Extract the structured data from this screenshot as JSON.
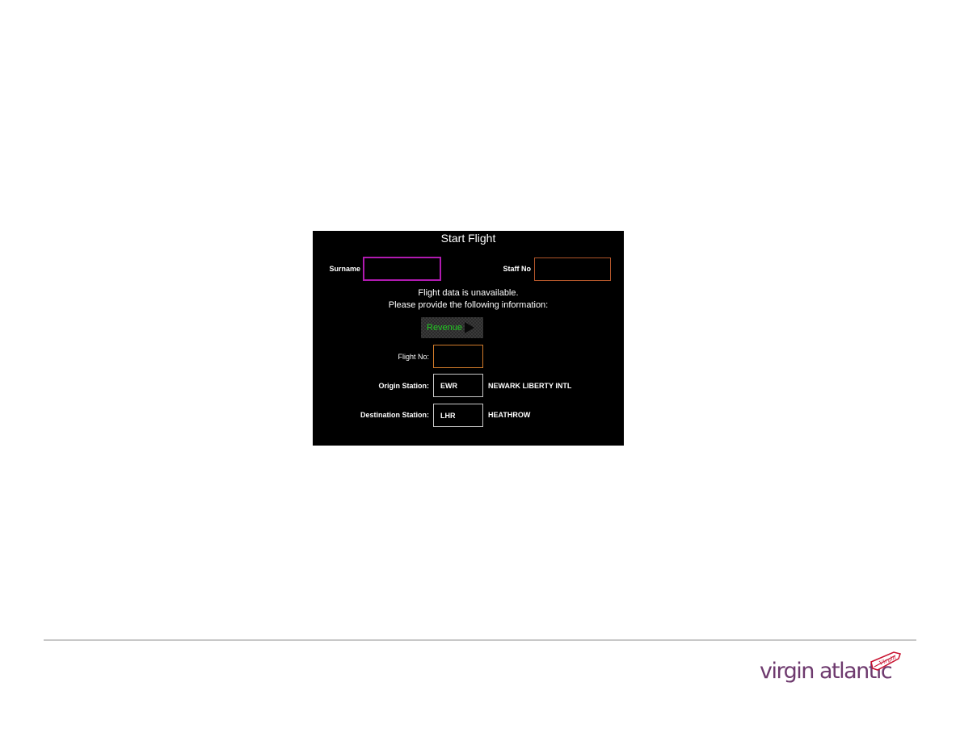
{
  "screen": {
    "title": "Start Flight",
    "surname_label": "Surname",
    "surname_value": "",
    "staff_label": "Staff No",
    "staff_value": "",
    "message_line1": "Flight data is unavailable.",
    "message_line2": "Please provide the following information:",
    "revenue_label": "Revenue",
    "flight_no_label": "Flight No:",
    "flight_no_value": "",
    "origin_label": "Origin Station:",
    "origin_value": "EWR",
    "origin_name": "NEWARK LIBERTY INTL",
    "destination_label": "Destination Station:",
    "destination_value": "LHR",
    "destination_name": "HEATHROW"
  },
  "footer": {
    "logo_text": "virgin atlantic",
    "logo_emblem_text": "Virgin"
  },
  "colors": {
    "screen_bg": "#000000",
    "surname_border": "#b01ab0",
    "staff_border": "#b0552a",
    "flight_border": "#d07a2a",
    "revenue_text": "#22c922",
    "logo": "#6e3a6e",
    "logo_emblem": "#c8102e"
  }
}
